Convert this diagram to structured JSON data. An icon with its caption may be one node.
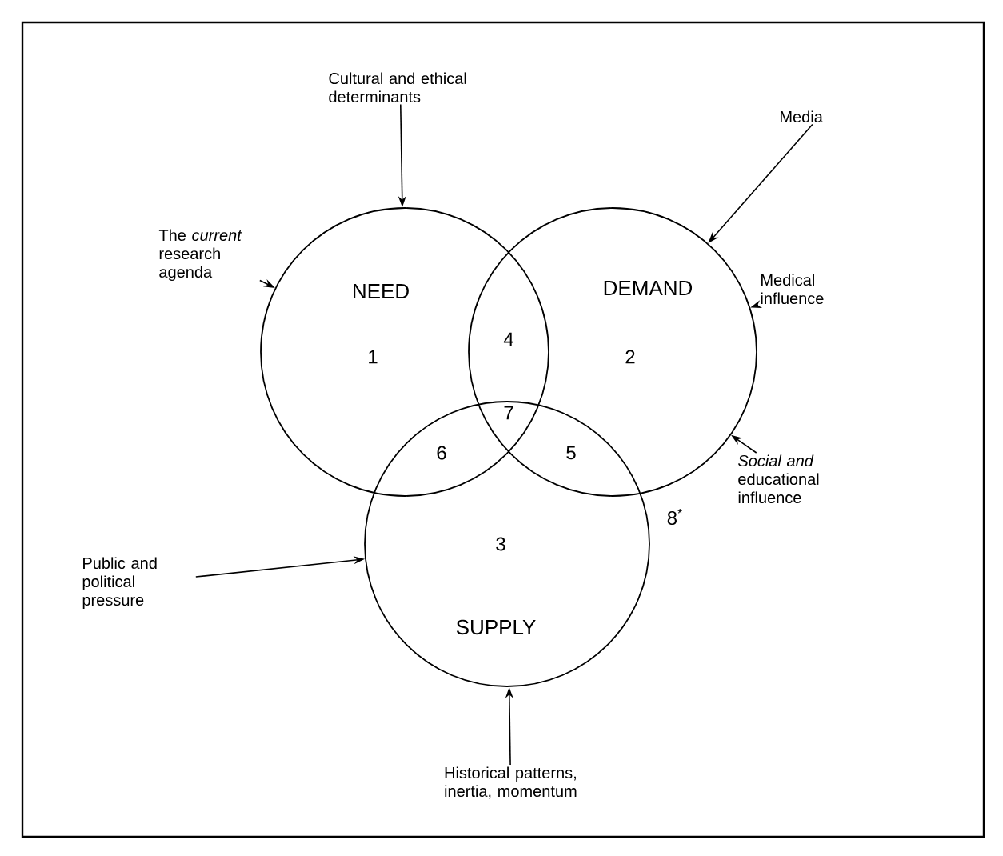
{
  "diagram": {
    "nodes": [
      {
        "text": [
          "NEED",
          "1"
        ]
      },
      {
        "text": [
          "DEMAND",
          "2"
        ]
      },
      {
        "text": [
          "3",
          "SUPPLY"
        ]
      },
      {
        "text": [
          "Cultural and ethical determinants"
        ]
      },
      {
        "text": [
          "The *current* research agenda"
        ]
      },
      {
        "text": [
          "Media"
        ]
      },
      {
        "text": [
          "Medical influence"
        ]
      },
      {
        "text": [
          "*Social and* educational influence"
        ]
      },
      {
        "text": [
          "Public and political pressure"
        ]
      },
      {
        "text": [
          "Historical patterns, inertia, momentum"
        ]
      }
    ],
    "edges": [
      {
        "from": 3,
        "to": 0,
        "arrow": "to"
      },
      {
        "from": 4,
        "to": 0,
        "arrow": "to"
      },
      {
        "from": 5,
        "to": 1,
        "arrow": "to"
      },
      {
        "from": 6,
        "to": 1,
        "arrow": "to"
      },
      {
        "from": 7,
        "to": 1,
        "arrow": "to"
      },
      {
        "from": 8,
        "to": 2,
        "arrow": "to"
      },
      {
        "from": 9,
        "to": 2,
        "arrow": "to"
      }
    ],
    "labels": [
      "4",
      "7",
      "6",
      "5",
      "8$^{*}$"
    ]
  }
}
